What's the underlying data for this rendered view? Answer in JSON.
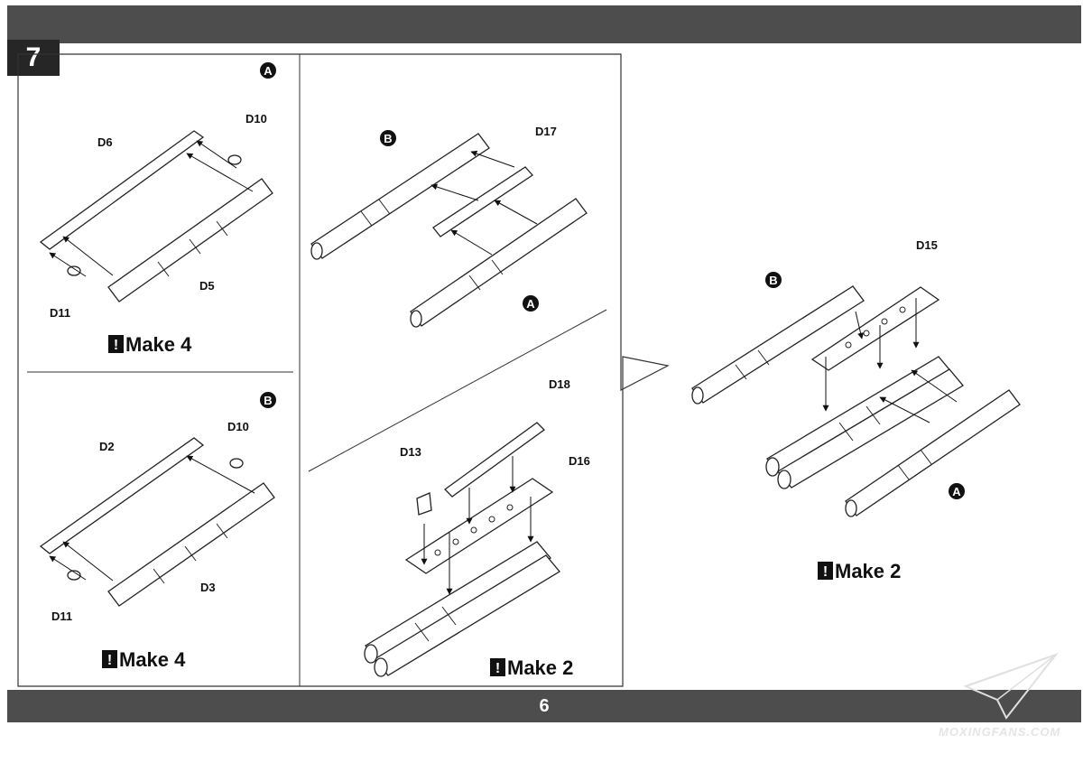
{
  "step_number": "7",
  "page_number": "6",
  "markers": {
    "a": "A",
    "b": "B"
  },
  "alert_symbol": "!",
  "panel_a": {
    "labels": [
      "D10",
      "D6",
      "D5",
      "D11"
    ],
    "make": "Make 4"
  },
  "panel_b": {
    "labels": [
      "D10",
      "D2",
      "D3",
      "D11"
    ],
    "make": "Make 4"
  },
  "panel_c_top": {
    "labels": [
      "D17"
    ]
  },
  "panel_c_bottom": {
    "labels": [
      "D18",
      "D13",
      "D16"
    ],
    "make": "Make 2"
  },
  "panel_final": {
    "labels": [
      "D15"
    ],
    "make": "Make 2"
  },
  "watermark": "MOXINGFANS.COM"
}
